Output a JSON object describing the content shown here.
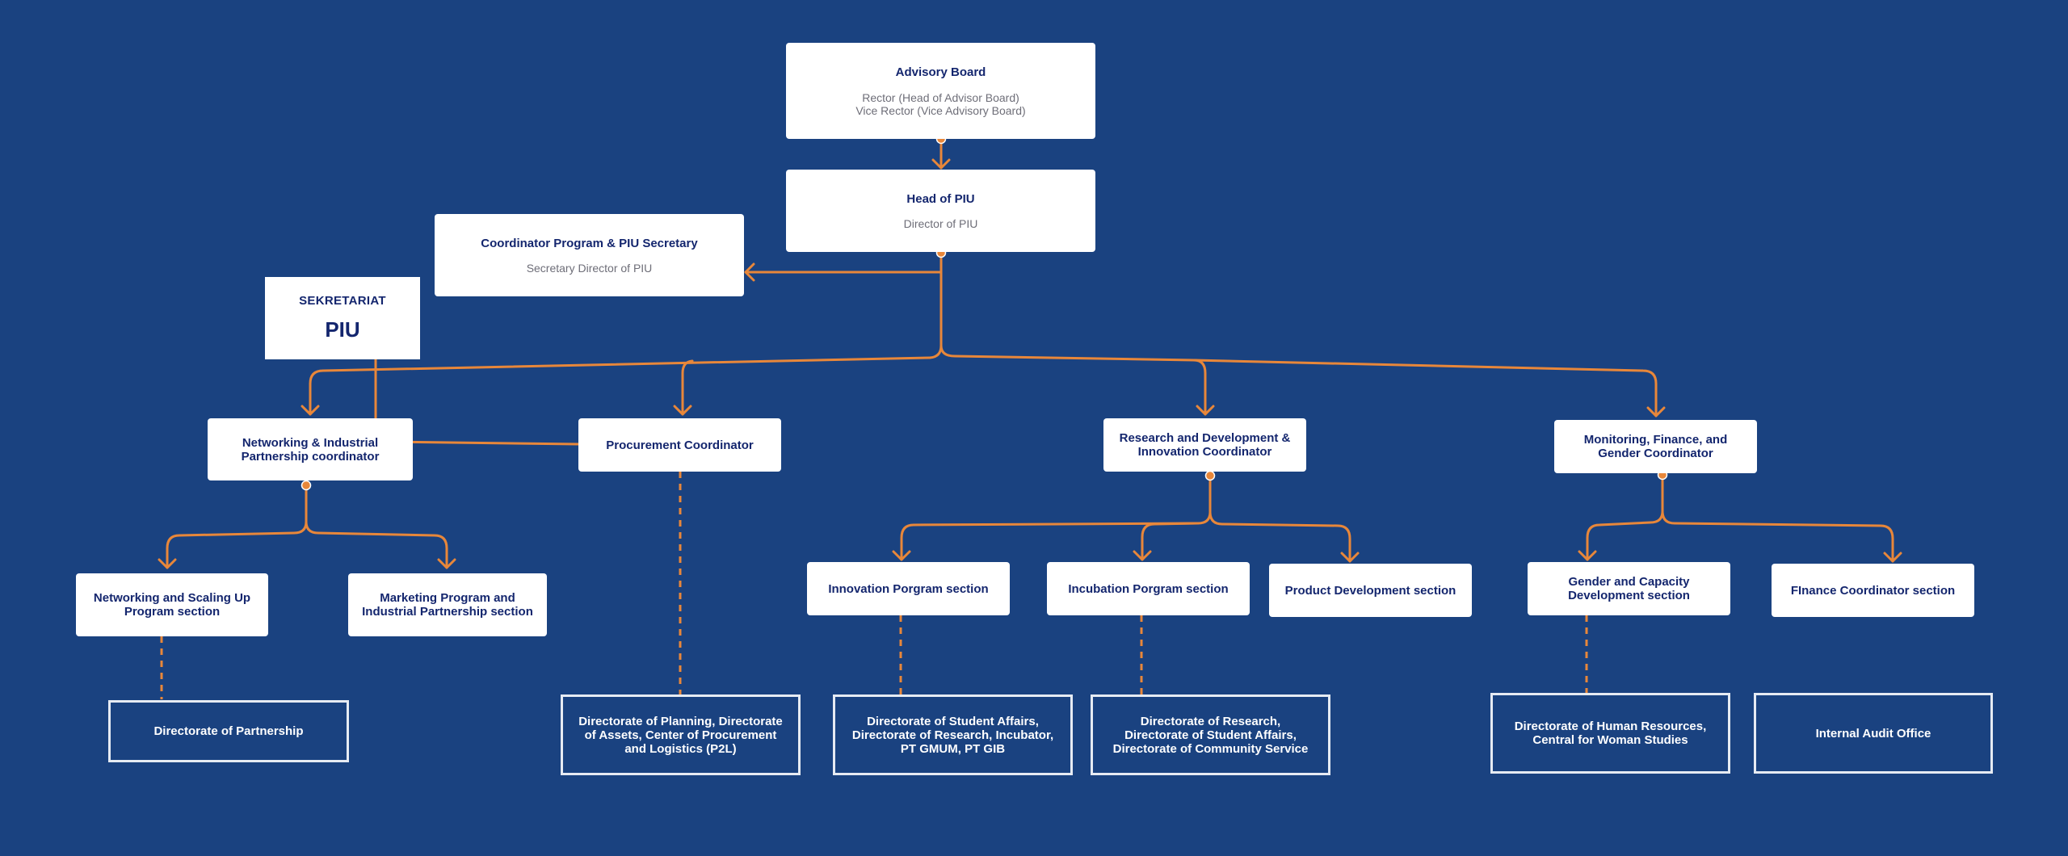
{
  "advisory_board": {
    "title": "Advisory Board",
    "line1": "Rector (Head of Advisor Board)",
    "line2": "Vice Rector (Vice Advisory Board)"
  },
  "head_of_piu": {
    "title": "Head of PIU",
    "sub": "Director of PIU"
  },
  "coordinator_program": {
    "title": "Coordinator Program & PIU Secretary",
    "sub": "Secretary Director of PIU"
  },
  "sekretariat": {
    "label": "SEKRETARIAT",
    "name": "PIU"
  },
  "coordinators": {
    "networking": "Networking & Industrial Partnership coordinator",
    "procurement": "Procurement Coordinator",
    "research": "Research and Development & Innovation Coordinator",
    "monitoring": "Monitoring, Finance, and Gender Coordinator"
  },
  "sections": {
    "networking_scaling": "Networking and Scaling Up Program section",
    "marketing_program": "Marketing Program and Industrial Partnership section",
    "innovation": "Innovation Porgram section",
    "incubation": "Incubation Porgram section",
    "product_development": "Product Development section",
    "gender_capacity": "Gender and Capacity Development section",
    "finance_coordinator": "FInance Coordinator section"
  },
  "directorates": {
    "partnership": "Directorate of Partnership",
    "planning": "Directorate of Planning, Directorate of Assets, Center of Procurement and Logistics (P2L)",
    "student_affairs": "Directorate of Student Affairs, Directorate of Research, Incubator, PT GMUM, PT GIB",
    "research": "Directorate of Research, Directorate of Student Affairs, Directorate of Community Service",
    "human_resources": "Directorate of Human Resources, Central for Woman Studies",
    "internal_audit": "Internal Audit Office"
  },
  "colors": {
    "background": "#1a4280",
    "connector": "#e8873a",
    "box": "#ffffff",
    "title_text": "#14266e"
  }
}
